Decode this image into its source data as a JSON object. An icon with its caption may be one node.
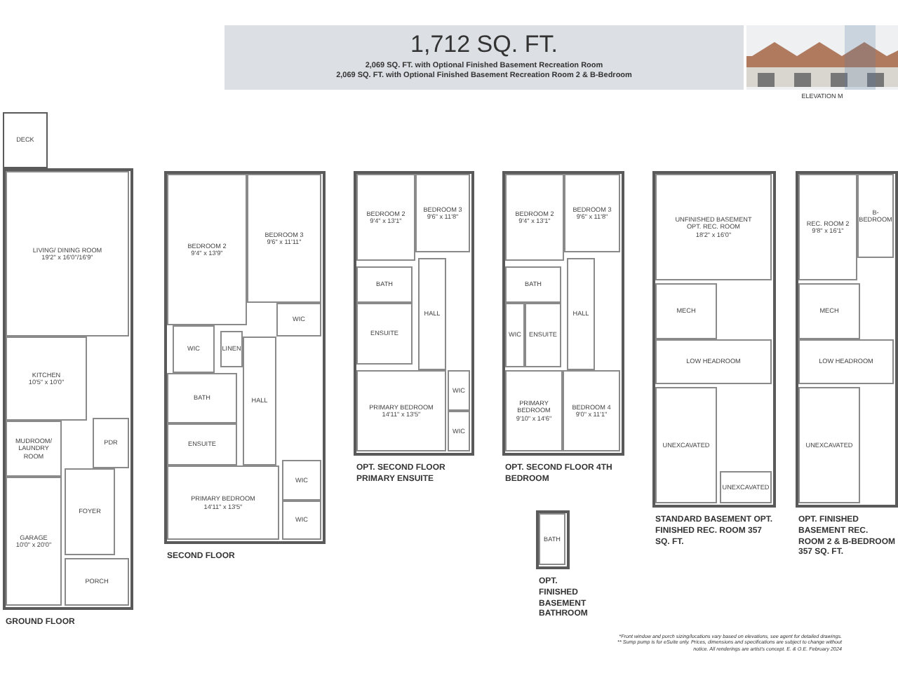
{
  "diagram": {
    "title": "1,712 SQ. FT.",
    "nodes": [
      {
        "text": [
          "GROUND FLOOR"
        ]
      },
      {
        "text": [
          "LIVING/ DINING ROOM",
          "19'2\" x 16'0\"/16'9\""
        ],
        "in": 0
      },
      {
        "text": [
          "KITCHEN",
          "10'5\" x 10'0\""
        ],
        "in": 0
      },
      {
        "text": [
          "MUDROOM/ LAUNDRY ROOM"
        ],
        "in": 0
      },
      {
        "text": [
          "PDR"
        ],
        "in": 0
      },
      {
        "text": [
          "GARAGE",
          "10'0\" x 20'0\""
        ],
        "in": 0
      },
      {
        "text": [
          "FOYER"
        ],
        "in": 0
      },
      {
        "text": [
          "PORCH"
        ],
        "in": 0
      },
      {
        "text": [
          "DECK"
        ]
      },
      {
        "text": [
          "SECOND FLOOR"
        ]
      },
      {
        "text": [
          "BEDROOM 2",
          "9'4\" x 13'9\""
        ],
        "in": 9
      },
      {
        "text": [
          "BEDROOM 3",
          "9'6\" x 11'11\""
        ],
        "in": 9
      },
      {
        "text": [
          "WIC"
        ],
        "in": 9
      },
      {
        "text": [
          "LINEN"
        ],
        "in": 9
      },
      {
        "text": [
          "WIC"
        ],
        "in": 9
      },
      {
        "text": [
          "BATH"
        ],
        "in": 9
      },
      {
        "text": [
          "ENSUITE"
        ],
        "in": 9
      },
      {
        "text": [
          "HALL"
        ],
        "in": 9
      },
      {
        "text": [
          "PRIMARY BEDROOM",
          "14'11\" x 13'5\""
        ],
        "in": 9
      },
      {
        "text": [
          "WIC"
        ],
        "in": 9
      },
      {
        "text": [
          "WIC"
        ],
        "in": 9
      },
      {
        "text": [
          "OPT. SECOND FLOOR PRIMARY ENSUITE"
        ]
      },
      {
        "text": [
          "BEDROOM 2",
          "9'4\" x 13'1\""
        ],
        "in": 21
      },
      {
        "text": [
          "BEDROOM 3",
          "9'6\" x 11'8\""
        ],
        "in": 21
      },
      {
        "text": [
          "BATH"
        ],
        "in": 21
      },
      {
        "text": [
          "ENSUITE"
        ],
        "in": 21
      },
      {
        "text": [
          "HALL"
        ],
        "in": 21
      },
      {
        "text": [
          "PRIMARY BEDROOM",
          "14'11\" x 13'5\""
        ],
        "in": 21
      },
      {
        "text": [
          "WIC"
        ],
        "in": 21
      },
      {
        "text": [
          "WIC"
        ],
        "in": 21
      },
      {
        "text": [
          "OPT. SECOND FLOOR 4TH BEDROOM"
        ]
      },
      {
        "text": [
          "BEDROOM 2",
          "9'4\" x 13'1\""
        ],
        "in": 30
      },
      {
        "text": [
          "BEDROOM 3",
          "9'6\" x 11'8\""
        ],
        "in": 30
      },
      {
        "text": [
          "BATH"
        ],
        "in": 30
      },
      {
        "text": [
          "WIC"
        ],
        "in": 30
      },
      {
        "text": [
          "ENSUITE"
        ],
        "in": 30
      },
      {
        "text": [
          "HALL"
        ],
        "in": 30
      },
      {
        "text": [
          "PRIMARY BEDROOM",
          "9'10\" x 14'6\""
        ],
        "in": 30
      },
      {
        "text": [
          "BEDROOM 4",
          "9'0\" x 11'1\""
        ],
        "in": 30
      },
      {
        "text": [
          "OPT. FINISHED BASEMENT BATHROOM"
        ]
      },
      {
        "text": [
          "BATH"
        ],
        "in": 39
      },
      {
        "text": [
          "STANDARD BASEMENT OPT. FINISHED REC. ROOM 357 SQ. FT."
        ]
      },
      {
        "text": [
          "UNFINISHED BASEMENT",
          "OPT. REC. ROOM",
          "18'2\" x 16'0\""
        ],
        "in": 41
      },
      {
        "text": [
          "MECH"
        ],
        "in": 41
      },
      {
        "text": [
          "LOW HEADROOM"
        ],
        "in": 41
      },
      {
        "text": [
          "UNEXCAVATED"
        ],
        "in": 41
      },
      {
        "text": [
          "UNEXCAVATED"
        ],
        "in": 41
      },
      {
        "text": [
          "OPT. FINISHED BASEMENT REC. ROOM 2 & B-BEDROOM 357 SQ. FT."
        ]
      },
      {
        "text": [
          "REC. ROOM 2",
          "9'8\" x 16'1\""
        ],
        "in": 47
      },
      {
        "text": [
          "B-BEDROOM"
        ],
        "in": 47
      },
      {
        "text": [
          "MECH"
        ],
        "in": 47
      },
      {
        "text": [
          "LOW HEADROOM"
        ],
        "in": 47
      },
      {
        "text": [
          "UNEXCAVATED"
        ],
        "in": 47
      }
    ],
    "labels": [
      "2,069 SQ. FT. with Optional Finished Basement Recreation Room",
      "2,069 SQ. FT. with Optional Finished Basement Recreation Room 2 & B-Bedroom",
      "ELEVATION M",
      "*Front window and porch sizing/locations vary based on elevations, see agent for detailed drawings. ** Sump pump is for eSuite only. Prices, dimensions and specifications are subject to change without notice. All renderings are artist's concept. E. & O.E. February 2024"
    ]
  }
}
